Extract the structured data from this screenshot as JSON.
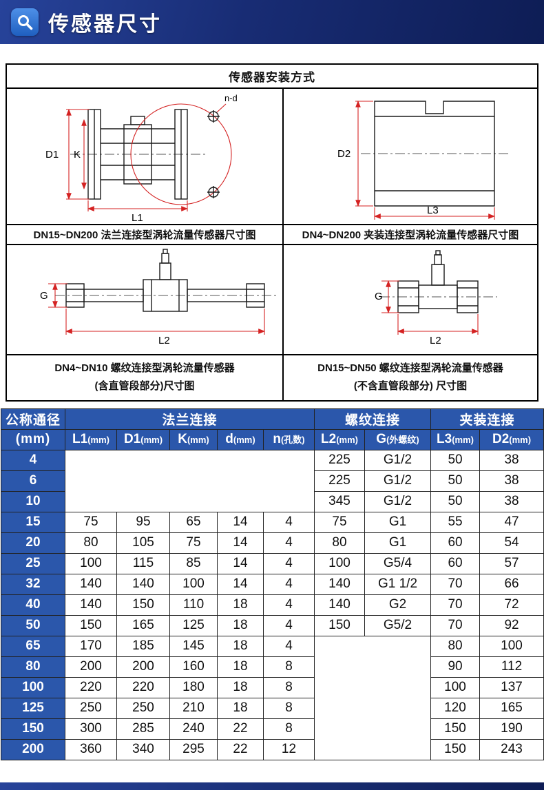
{
  "banner": {
    "title": "传感器尺寸",
    "icon": "magnifier-icon"
  },
  "diagram": {
    "section_title": "传感器安装方式",
    "labels": {
      "d1": "D1",
      "k": "K",
      "nd": "n-d",
      "l1": "L1",
      "d2": "D2",
      "l3": "L3",
      "g": "G",
      "l2": "L2"
    },
    "captions": {
      "flange": "DN15~DN200 法兰连接型涡轮流量传感器尺寸图",
      "clamp": "DN4~DN200 夹装连接型涡轮流量传感器尺寸图",
      "thread_small_1": "DN4~DN10 螺纹连接型涡轮流量传感器",
      "thread_small_2": "(含直管段部分)尺寸图",
      "thread_large_1": "DN15~DN50 螺纹连接型涡轮流量传感器",
      "thread_large_2": "(不含直管段部分) 尺寸图"
    }
  },
  "table": {
    "group_headers": {
      "diameter": "公称通径",
      "flange": "法兰连接",
      "thread": "螺纹连接",
      "clamp": "夹装连接"
    },
    "diameter_unit": "(mm)",
    "subheaders": [
      [
        "L1",
        "(mm)"
      ],
      [
        "D1",
        "(mm)"
      ],
      [
        "K",
        "(mm)"
      ],
      [
        "d",
        "(mm)"
      ],
      [
        "n",
        "(孔数)"
      ],
      [
        "L2",
        "(mm)"
      ],
      [
        "G",
        "(外螺纹)"
      ],
      [
        "L3",
        "(mm)"
      ],
      [
        "D2",
        "(mm)"
      ]
    ],
    "rows": [
      {
        "dn": "4",
        "flange_span": 3,
        "thread": [
          "225",
          "G1/2"
        ],
        "clamp": [
          "50",
          "38"
        ]
      },
      {
        "dn": "6",
        "thread": [
          "225",
          "G1/2"
        ],
        "clamp": [
          "50",
          "38"
        ]
      },
      {
        "dn": "10",
        "thread": [
          "345",
          "G1/2"
        ],
        "clamp": [
          "50",
          "38"
        ]
      },
      {
        "dn": "15",
        "flange": [
          "75",
          "95",
          "65",
          "14",
          "4"
        ],
        "thread": [
          "75",
          "G1"
        ],
        "clamp": [
          "55",
          "47"
        ]
      },
      {
        "dn": "20",
        "flange": [
          "80",
          "105",
          "75",
          "14",
          "4"
        ],
        "thread": [
          "80",
          "G1"
        ],
        "clamp": [
          "60",
          "54"
        ]
      },
      {
        "dn": "25",
        "flange": [
          "100",
          "115",
          "85",
          "14",
          "4"
        ],
        "thread": [
          "100",
          "G5/4"
        ],
        "clamp": [
          "60",
          "57"
        ]
      },
      {
        "dn": "32",
        "flange": [
          "140",
          "140",
          "100",
          "14",
          "4"
        ],
        "thread": [
          "140",
          "G1 1/2"
        ],
        "clamp": [
          "70",
          "66"
        ]
      },
      {
        "dn": "40",
        "flange": [
          "140",
          "150",
          "110",
          "18",
          "4"
        ],
        "thread": [
          "140",
          "G2"
        ],
        "clamp": [
          "70",
          "72"
        ]
      },
      {
        "dn": "50",
        "flange": [
          "150",
          "165",
          "125",
          "18",
          "4"
        ],
        "thread": [
          "150",
          "G5/2"
        ],
        "clamp": [
          "70",
          "92"
        ]
      },
      {
        "dn": "65",
        "flange": [
          "170",
          "185",
          "145",
          "18",
          "4"
        ],
        "thread_span": 6,
        "clamp": [
          "80",
          "100"
        ]
      },
      {
        "dn": "80",
        "flange": [
          "200",
          "200",
          "160",
          "18",
          "8"
        ],
        "clamp": [
          "90",
          "112"
        ]
      },
      {
        "dn": "100",
        "flange": [
          "220",
          "220",
          "180",
          "18",
          "8"
        ],
        "clamp": [
          "100",
          "137"
        ]
      },
      {
        "dn": "125",
        "flange": [
          "250",
          "250",
          "210",
          "18",
          "8"
        ],
        "clamp": [
          "120",
          "165"
        ]
      },
      {
        "dn": "150",
        "flange": [
          "300",
          "285",
          "240",
          "22",
          "8"
        ],
        "clamp": [
          "150",
          "190"
        ]
      },
      {
        "dn": "200",
        "flange": [
          "360",
          "340",
          "295",
          "22",
          "12"
        ],
        "clamp": [
          "150",
          "243"
        ]
      }
    ]
  },
  "colors": {
    "header_blue": "#2b57ab",
    "banner_blue": "#182c74",
    "dimension_red": "#d42222"
  }
}
